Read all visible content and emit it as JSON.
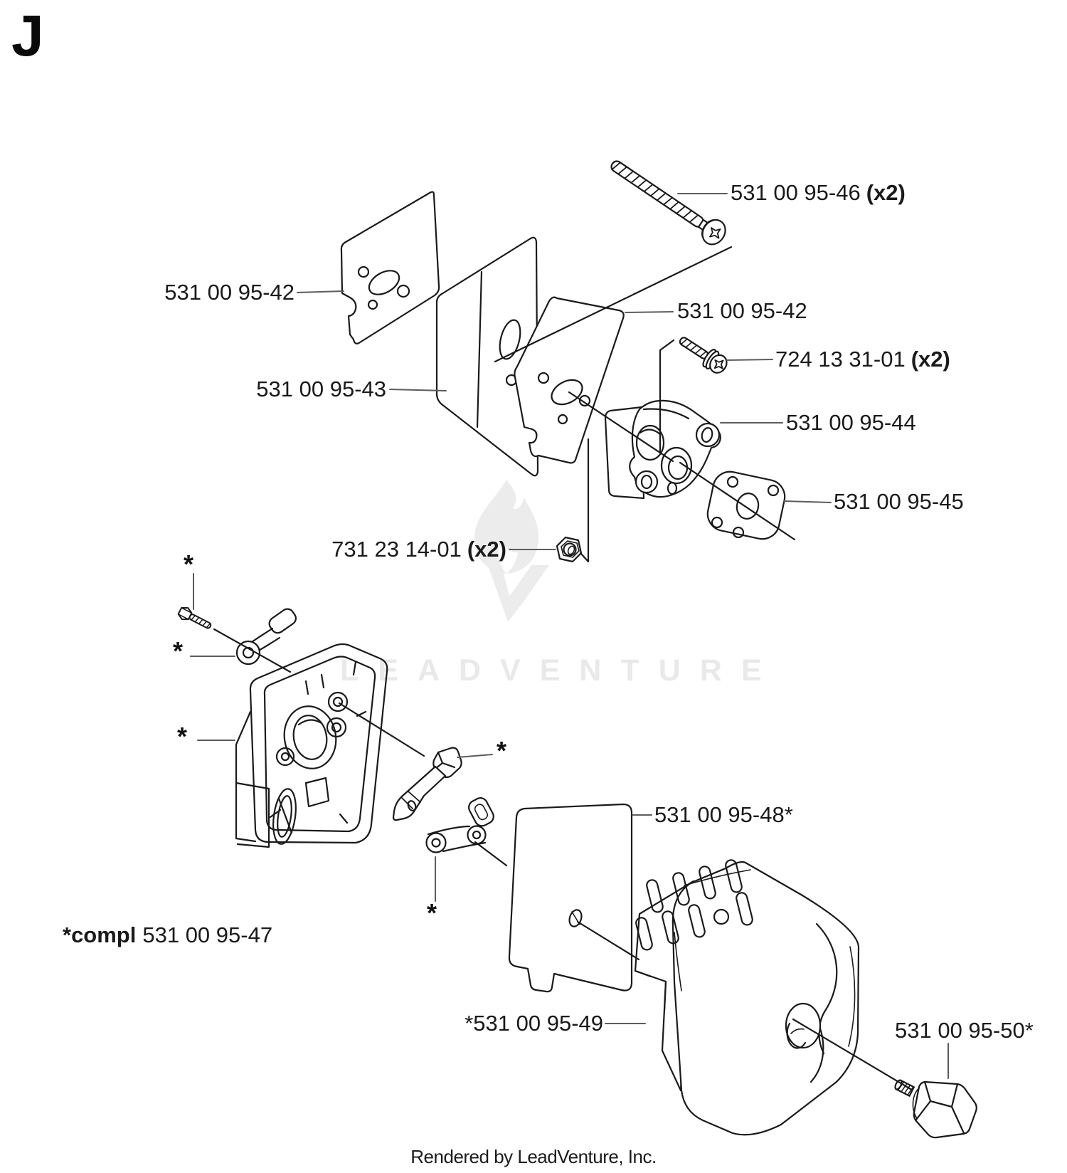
{
  "page": {
    "section_letter": "J",
    "footer": "Rendered by LeadVenture, Inc."
  },
  "watermark": {
    "text": "LEADVENTURE",
    "color": "#e9e9e9"
  },
  "colors": {
    "background": "#ffffff",
    "line": "#1a1a1a",
    "leader": "#6b6b6b"
  },
  "callouts": {
    "screw_long": {
      "part_number": "531 00 95-46",
      "qty": "(x2)"
    },
    "gasket_left": {
      "part_number": "531 00 95-42"
    },
    "gasket_right": {
      "part_number": "531 00 95-42"
    },
    "screw_small": {
      "part_number": "724 13 31-01",
      "qty": "(x2)"
    },
    "heat_shield": {
      "part_number": "531 00 95-43"
    },
    "spacer": {
      "part_number": "531 00 95-44"
    },
    "carb_gasket": {
      "part_number": "531 00 95-45"
    },
    "nut": {
      "part_number": "731 23 14-01",
      "qty": "(x2)"
    },
    "air_filter": {
      "part_number": "531 00 95-48*"
    },
    "compl": {
      "prefix": "*compl",
      "part_number": "531 00 95-47"
    },
    "muffler_cover": {
      "part_number": "*531 00 95-49"
    },
    "knob": {
      "part_number": "531 00 95-50*"
    },
    "asterisk": "*"
  }
}
